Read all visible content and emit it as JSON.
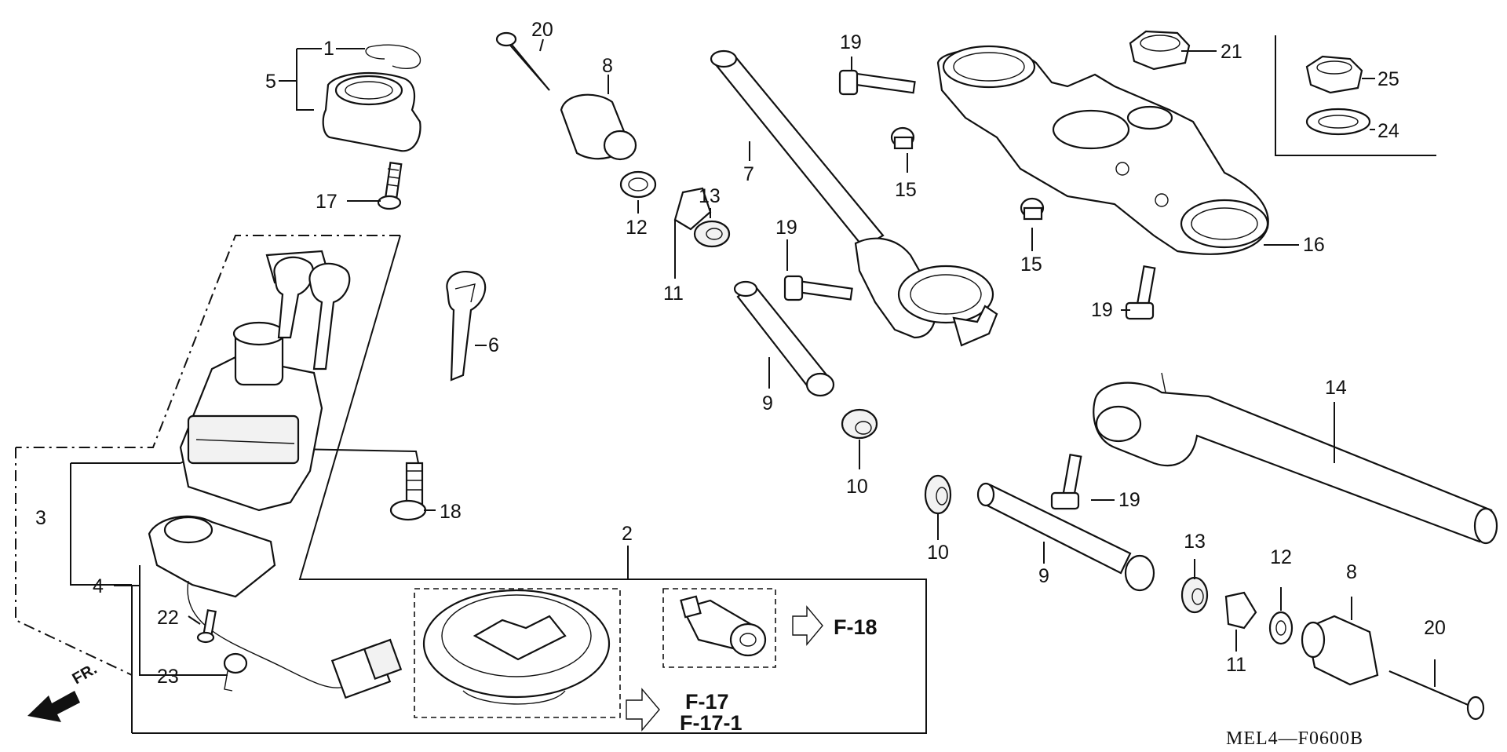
{
  "diagram_code": "MEL4—F0600B",
  "direction_label": "FR.",
  "callouts": [
    {
      "id": "c1",
      "text": "1"
    },
    {
      "id": "c5",
      "text": "5"
    },
    {
      "id": "c17",
      "text": "17"
    },
    {
      "id": "c20a",
      "text": "20"
    },
    {
      "id": "c8a",
      "text": "8"
    },
    {
      "id": "c12a",
      "text": "12"
    },
    {
      "id": "c11a",
      "text": "11"
    },
    {
      "id": "c13a",
      "text": "13"
    },
    {
      "id": "c7",
      "text": "7"
    },
    {
      "id": "c19a",
      "text": "19"
    },
    {
      "id": "c15a",
      "text": "15"
    },
    {
      "id": "c19b",
      "text": "19"
    },
    {
      "id": "c9a",
      "text": "9"
    },
    {
      "id": "c10a",
      "text": "10"
    },
    {
      "id": "c15b",
      "text": "15"
    },
    {
      "id": "c21",
      "text": "21"
    },
    {
      "id": "c25",
      "text": "25"
    },
    {
      "id": "c24",
      "text": "24"
    },
    {
      "id": "c16",
      "text": "16"
    },
    {
      "id": "c19c",
      "text": "19"
    },
    {
      "id": "c6",
      "text": "6"
    },
    {
      "id": "c3",
      "text": "3"
    },
    {
      "id": "c18",
      "text": "18"
    },
    {
      "id": "c4",
      "text": "4"
    },
    {
      "id": "c22",
      "text": "22"
    },
    {
      "id": "c23",
      "text": "23"
    },
    {
      "id": "c2",
      "text": "2"
    },
    {
      "id": "c14",
      "text": "14"
    },
    {
      "id": "c19d",
      "text": "19"
    },
    {
      "id": "c10b",
      "text": "10"
    },
    {
      "id": "c9b",
      "text": "9"
    },
    {
      "id": "c13b",
      "text": "13"
    },
    {
      "id": "c12b",
      "text": "12"
    },
    {
      "id": "c8b",
      "text": "8"
    },
    {
      "id": "c11b",
      "text": "11"
    },
    {
      "id": "c20b",
      "text": "20"
    }
  ],
  "references": {
    "f18": "F-18",
    "f17": "F-17",
    "f171": "F-17-1"
  }
}
